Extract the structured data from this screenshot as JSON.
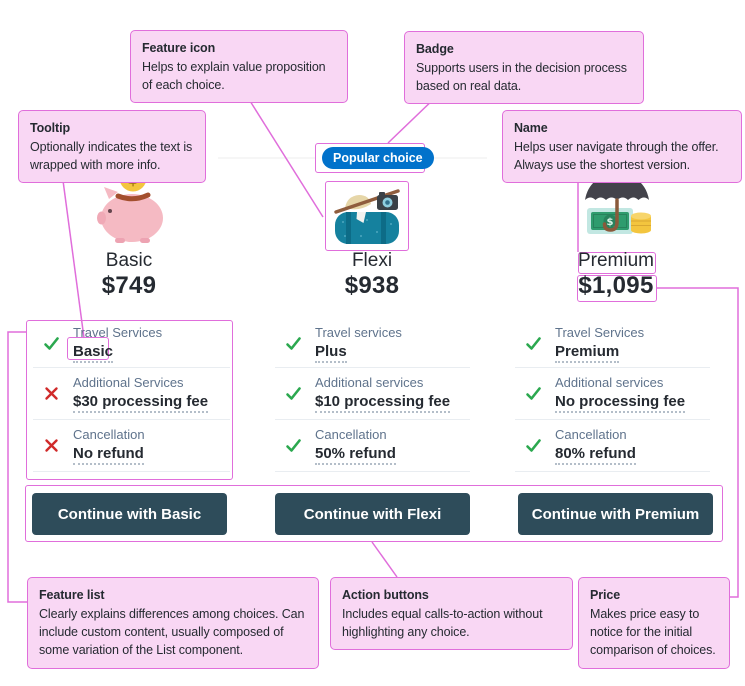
{
  "annotations": {
    "feature_icon": {
      "title": "Feature icon",
      "body": "Helps to explain value proposition of each choice."
    },
    "badge": {
      "title": "Badge",
      "body": "Supports users in the decision process based on real data."
    },
    "tooltip": {
      "title": "Tooltip",
      "body": "Optionally indicates the text is wrapped with more info."
    },
    "name": {
      "title": "Name",
      "body": "Helps user navigate through the offer. Always use the shortest version."
    },
    "feature_list": {
      "title": "Feature list",
      "body": "Clearly explains differences among choices. Can include custom content, usually composed of some variation of the List component."
    },
    "action_buttons": {
      "title": "Action buttons",
      "body": "Includes equal calls-to-action without highlighting any choice."
    },
    "price": {
      "title": "Price",
      "body": "Makes price easy to notice for the initial comparison of choices."
    }
  },
  "badge_label": "Popular choice",
  "columns": [
    {
      "name": "Basic",
      "price": "$749",
      "icon": "piggy-bank-icon",
      "button": "Continue with Basic",
      "features": [
        {
          "state": "included",
          "label": "Travel Services",
          "value": "Basic"
        },
        {
          "state": "excluded",
          "label": "Additional Services",
          "value": "$30 processing fee"
        },
        {
          "state": "excluded",
          "label": "Cancellation",
          "value": "No refund"
        }
      ]
    },
    {
      "name": "Flexi",
      "price": "$938",
      "icon": "travel-bag-icon",
      "badge": "Popular choice",
      "button": "Continue with Flexi",
      "features": [
        {
          "state": "included",
          "label": "Travel services",
          "value": "Plus"
        },
        {
          "state": "included",
          "label": "Additional services",
          "value": "$10 processing fee"
        },
        {
          "state": "included",
          "label": "Cancellation",
          "value": "50% refund"
        }
      ]
    },
    {
      "name": "Premium",
      "price": "$1,095",
      "icon": "umbrella-money-icon",
      "button": "Continue with Premium",
      "features": [
        {
          "state": "included",
          "label": "Travel Services",
          "value": "Premium"
        },
        {
          "state": "included",
          "label": "Additional services",
          "value": "No processing fee"
        },
        {
          "state": "included",
          "label": "Cancellation",
          "value": "80% refund"
        }
      ]
    }
  ],
  "colors": {
    "annotation_border": "#e06edb",
    "annotation_fill": "#f9d7f4",
    "badge_blue": "#0172cb",
    "button_dark": "#2e4c5a",
    "check_green": "#2ba84f",
    "cross_red": "#d02a2a",
    "ink": "#252a31",
    "label_gray": "#5f738c"
  }
}
